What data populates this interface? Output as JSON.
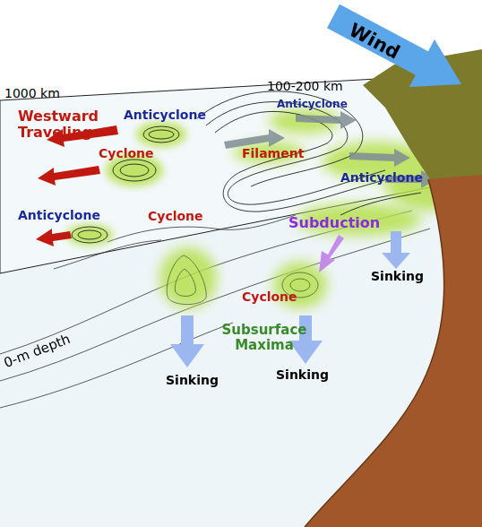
{
  "diagram": {
    "labels": [
      "Wind",
      "1000 km",
      "100-200 km",
      "Westward Traveling",
      "Anticyclone",
      "Anticyclone",
      "Cyclone",
      "Filament",
      "Anticyclone",
      "Anticyclone",
      "Cyclone",
      "Subduction",
      "Sinking",
      "Cyclone",
      "Subsurface Maxima",
      "0-m depth",
      "Sinking",
      "Sinking"
    ]
  }
}
